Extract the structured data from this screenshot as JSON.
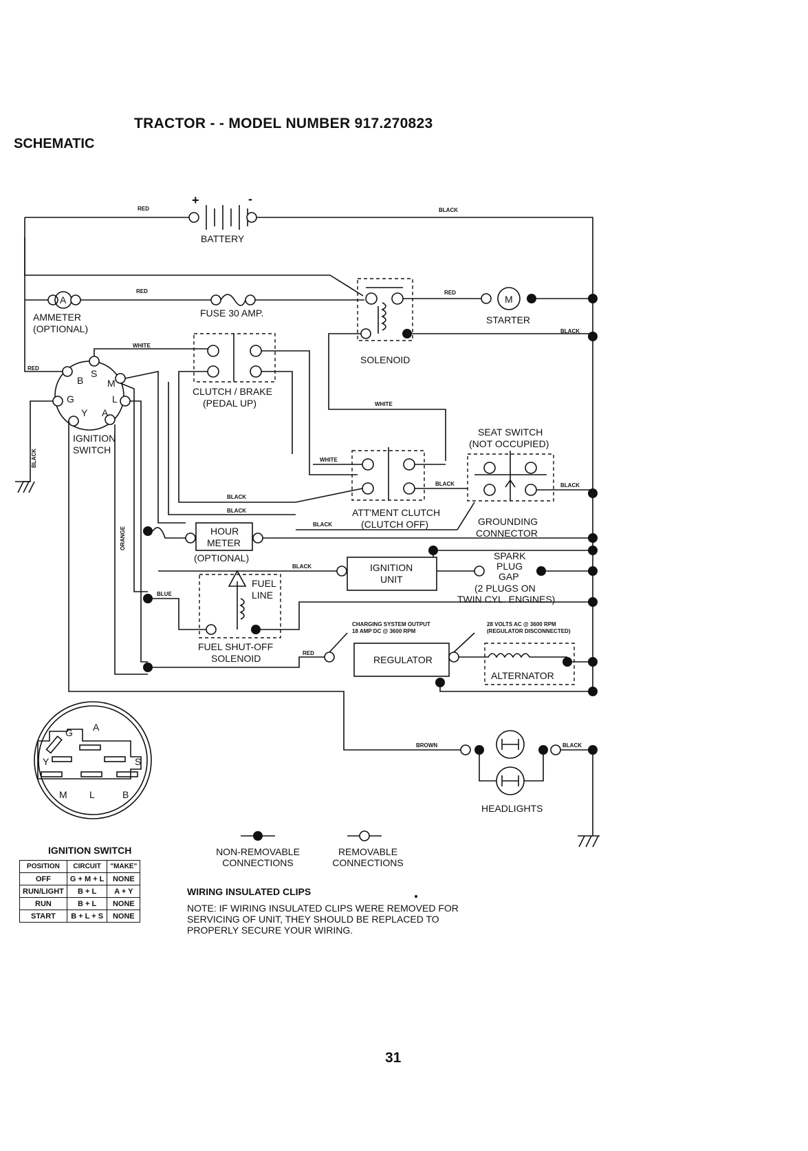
{
  "header": {
    "title": "TRACTOR - - MODEL NUMBER 917.270823",
    "section": "SCHEMATIC"
  },
  "wire_colors": {
    "red": "RED",
    "black": "BLACK",
    "white": "WHITE",
    "orange": "ORANGE",
    "blue": "BLUE",
    "brown": "BROWN"
  },
  "components": {
    "battery": "BATTERY",
    "battery_plus": "+",
    "battery_minus": "-",
    "ammeter_letter": "A",
    "ammeter": "AMMETER",
    "ammeter_opt": "(OPTIONAL)",
    "fuse": "FUSE 30 AMP.",
    "solenoid": "SOLENOID",
    "starter_letter": "M",
    "starter": "STARTER",
    "clutch_brake_1": "CLUTCH / BRAKE",
    "clutch_brake_2": "(PEDAL UP)",
    "ignition_switch_1": "IGNITION",
    "ignition_switch_2": "SWITCH",
    "seat_switch_1": "SEAT SWITCH",
    "seat_switch_2": "(NOT OCCUPIED)",
    "attment_clutch_1": "ATT'MENT CLUTCH",
    "attment_clutch_2": "(CLUTCH OFF)",
    "grounding_1": "GROUNDING",
    "grounding_2": "CONNECTOR",
    "hour_meter_1": "HOUR",
    "hour_meter_2": "METER",
    "hour_meter_opt": "(OPTIONAL)",
    "ignition_unit_1": "IGNITION",
    "ignition_unit_2": "UNIT",
    "spark_1": "SPARK",
    "spark_2": "PLUG",
    "spark_3": "GAP",
    "spark_4": "(2 PLUGS ON",
    "spark_5": "TWIN CYL. ENGINES)",
    "fuel_line_1": "FUEL",
    "fuel_line_2": "LINE",
    "fuel_sol_1": "FUEL SHUT-OFF",
    "fuel_sol_2": "SOLENOID",
    "charging_1": "CHARGING SYSTEM OUTPUT",
    "charging_2": "18 AMP DC @ 3600 RPM",
    "alt_note_1": "28 VOLTS AC @ 3600 RPM",
    "alt_note_2": "(REGULATOR DISCONNECTED)",
    "regulator": "REGULATOR",
    "alternator": "ALTERNATOR",
    "headlights": "HEADLIGHTS"
  },
  "ignition_terminals": {
    "b": "B",
    "s": "S",
    "m": "M",
    "g": "G",
    "l": "L",
    "y": "Y",
    "a": "A"
  },
  "connector_face": {
    "g": "G",
    "a": "A",
    "y": "Y",
    "s": "S",
    "m": "M",
    "l": "L",
    "b": "B"
  },
  "ignition_table": {
    "title": "IGNITION SWITCH",
    "headers": [
      "POSITION",
      "CIRCUIT",
      "\"MAKE\""
    ],
    "rows": [
      [
        "OFF",
        "G + M + L",
        "NONE"
      ],
      [
        "RUN/LIGHT",
        "B + L",
        "A + Y"
      ],
      [
        "RUN",
        "B + L",
        "NONE"
      ],
      [
        "START",
        "B + L + S",
        "NONE"
      ]
    ]
  },
  "legend": {
    "nonremovable_1": "NON-REMOVABLE",
    "nonremovable_2": "CONNECTIONS",
    "removable_1": "REMOVABLE",
    "removable_2": "CONNECTIONS"
  },
  "note": {
    "heading": "WIRING INSULATED CLIPS",
    "line1": "NOTE: IF WIRING INSULATED CLIPS WERE REMOVED FOR",
    "line2": "SERVICING OF UNIT, THEY SHOULD BE REPLACED TO",
    "line3": "PROPERLY SECURE YOUR WIRING."
  },
  "page_number": "31"
}
